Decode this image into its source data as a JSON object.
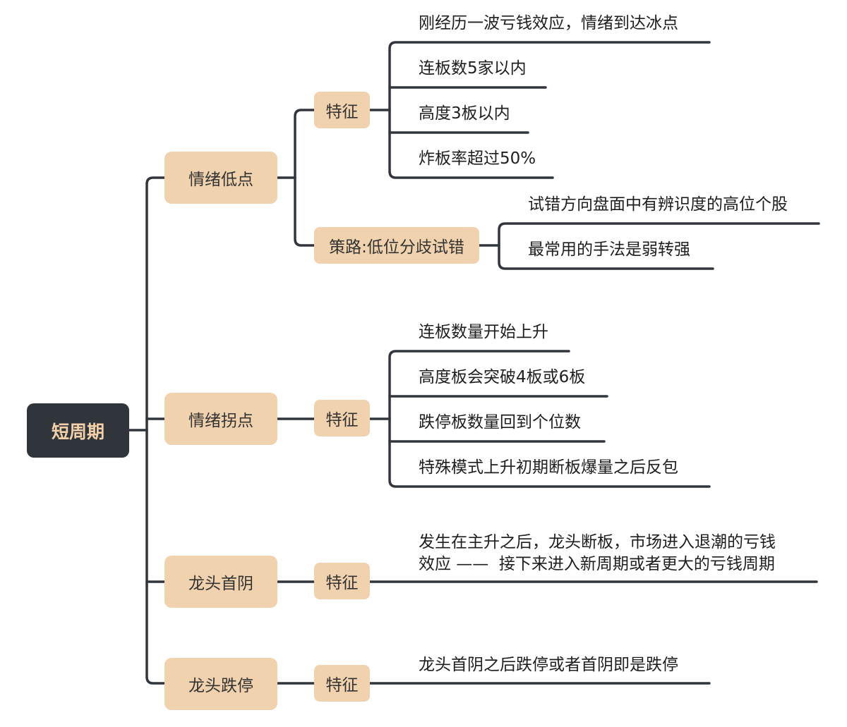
{
  "root": {
    "label": "短周期"
  },
  "branches": [
    {
      "label": "情绪低点",
      "groups": [
        {
          "label": "特征",
          "leaves": [
            "刚经历一波亏钱效应，情绪到达冰点",
            "连板数5家以内",
            "高度3板以内",
            "炸板率超过50%"
          ]
        },
        {
          "label": "策路:低位分歧试错",
          "leaves": [
            "试错方向盘面中有辨识度的高位个股",
            "最常用的手法是弱转强"
          ]
        }
      ]
    },
    {
      "label": "情绪拐点",
      "groups": [
        {
          "label": "特征",
          "leaves": [
            "连板数量开始上升",
            "高度板会突破4板或6板",
            "跌停板数量回到个位数",
            "特殊模式上升初期断板爆量之后反包"
          ]
        }
      ]
    },
    {
      "label": "龙头首阴",
      "groups": [
        {
          "label": "特征",
          "leaves": [
            "发生在主升之后，龙头断板，市场进入退潮的亏钱\n效应 ——  接下来进入新周期或者更大的亏钱周期"
          ]
        }
      ]
    },
    {
      "label": "龙头跌停",
      "groups": [
        {
          "label": "特征",
          "leaves": [
            "龙头首阴之后跌停或者首阴即是跌停"
          ]
        }
      ]
    }
  ],
  "colors": {
    "root_bg": "#30353c",
    "root_text": "#f3d0a8",
    "node_bg": "#f0d2ae",
    "line": "#31363d"
  }
}
